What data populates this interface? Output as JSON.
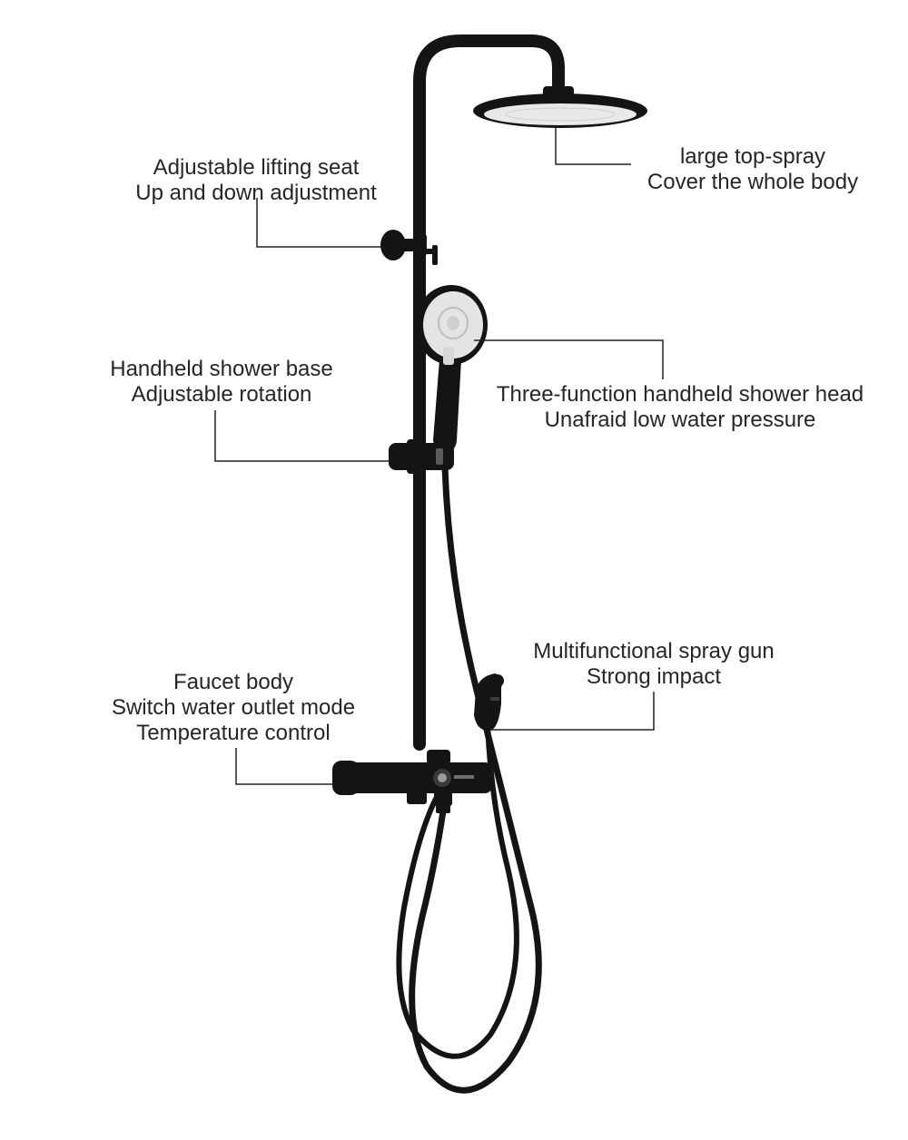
{
  "colors": {
    "background": "#ffffff",
    "fixture": "#141414",
    "spray_face": "#e9e9e9",
    "leader_line": "#222222",
    "text": "#262626"
  },
  "callouts": {
    "top_spray": {
      "line1": "large top-spray",
      "line2": "Cover the whole body"
    },
    "lifting_seat": {
      "line1": "Adjustable lifting seat",
      "line2": "Up and down adjustment"
    },
    "shower_base": {
      "line1": "Handheld shower base",
      "line2": "Adjustable rotation"
    },
    "handheld_head": {
      "line1": "Three-function handheld shower head",
      "line2": "Unafraid low water pressure"
    },
    "spray_gun": {
      "line1": "Multifunctional spray gun",
      "line2": "Strong impact"
    },
    "faucet_body": {
      "line1": "Faucet body",
      "line2": "Switch water outlet mode",
      "line3": "Temperature control"
    }
  }
}
